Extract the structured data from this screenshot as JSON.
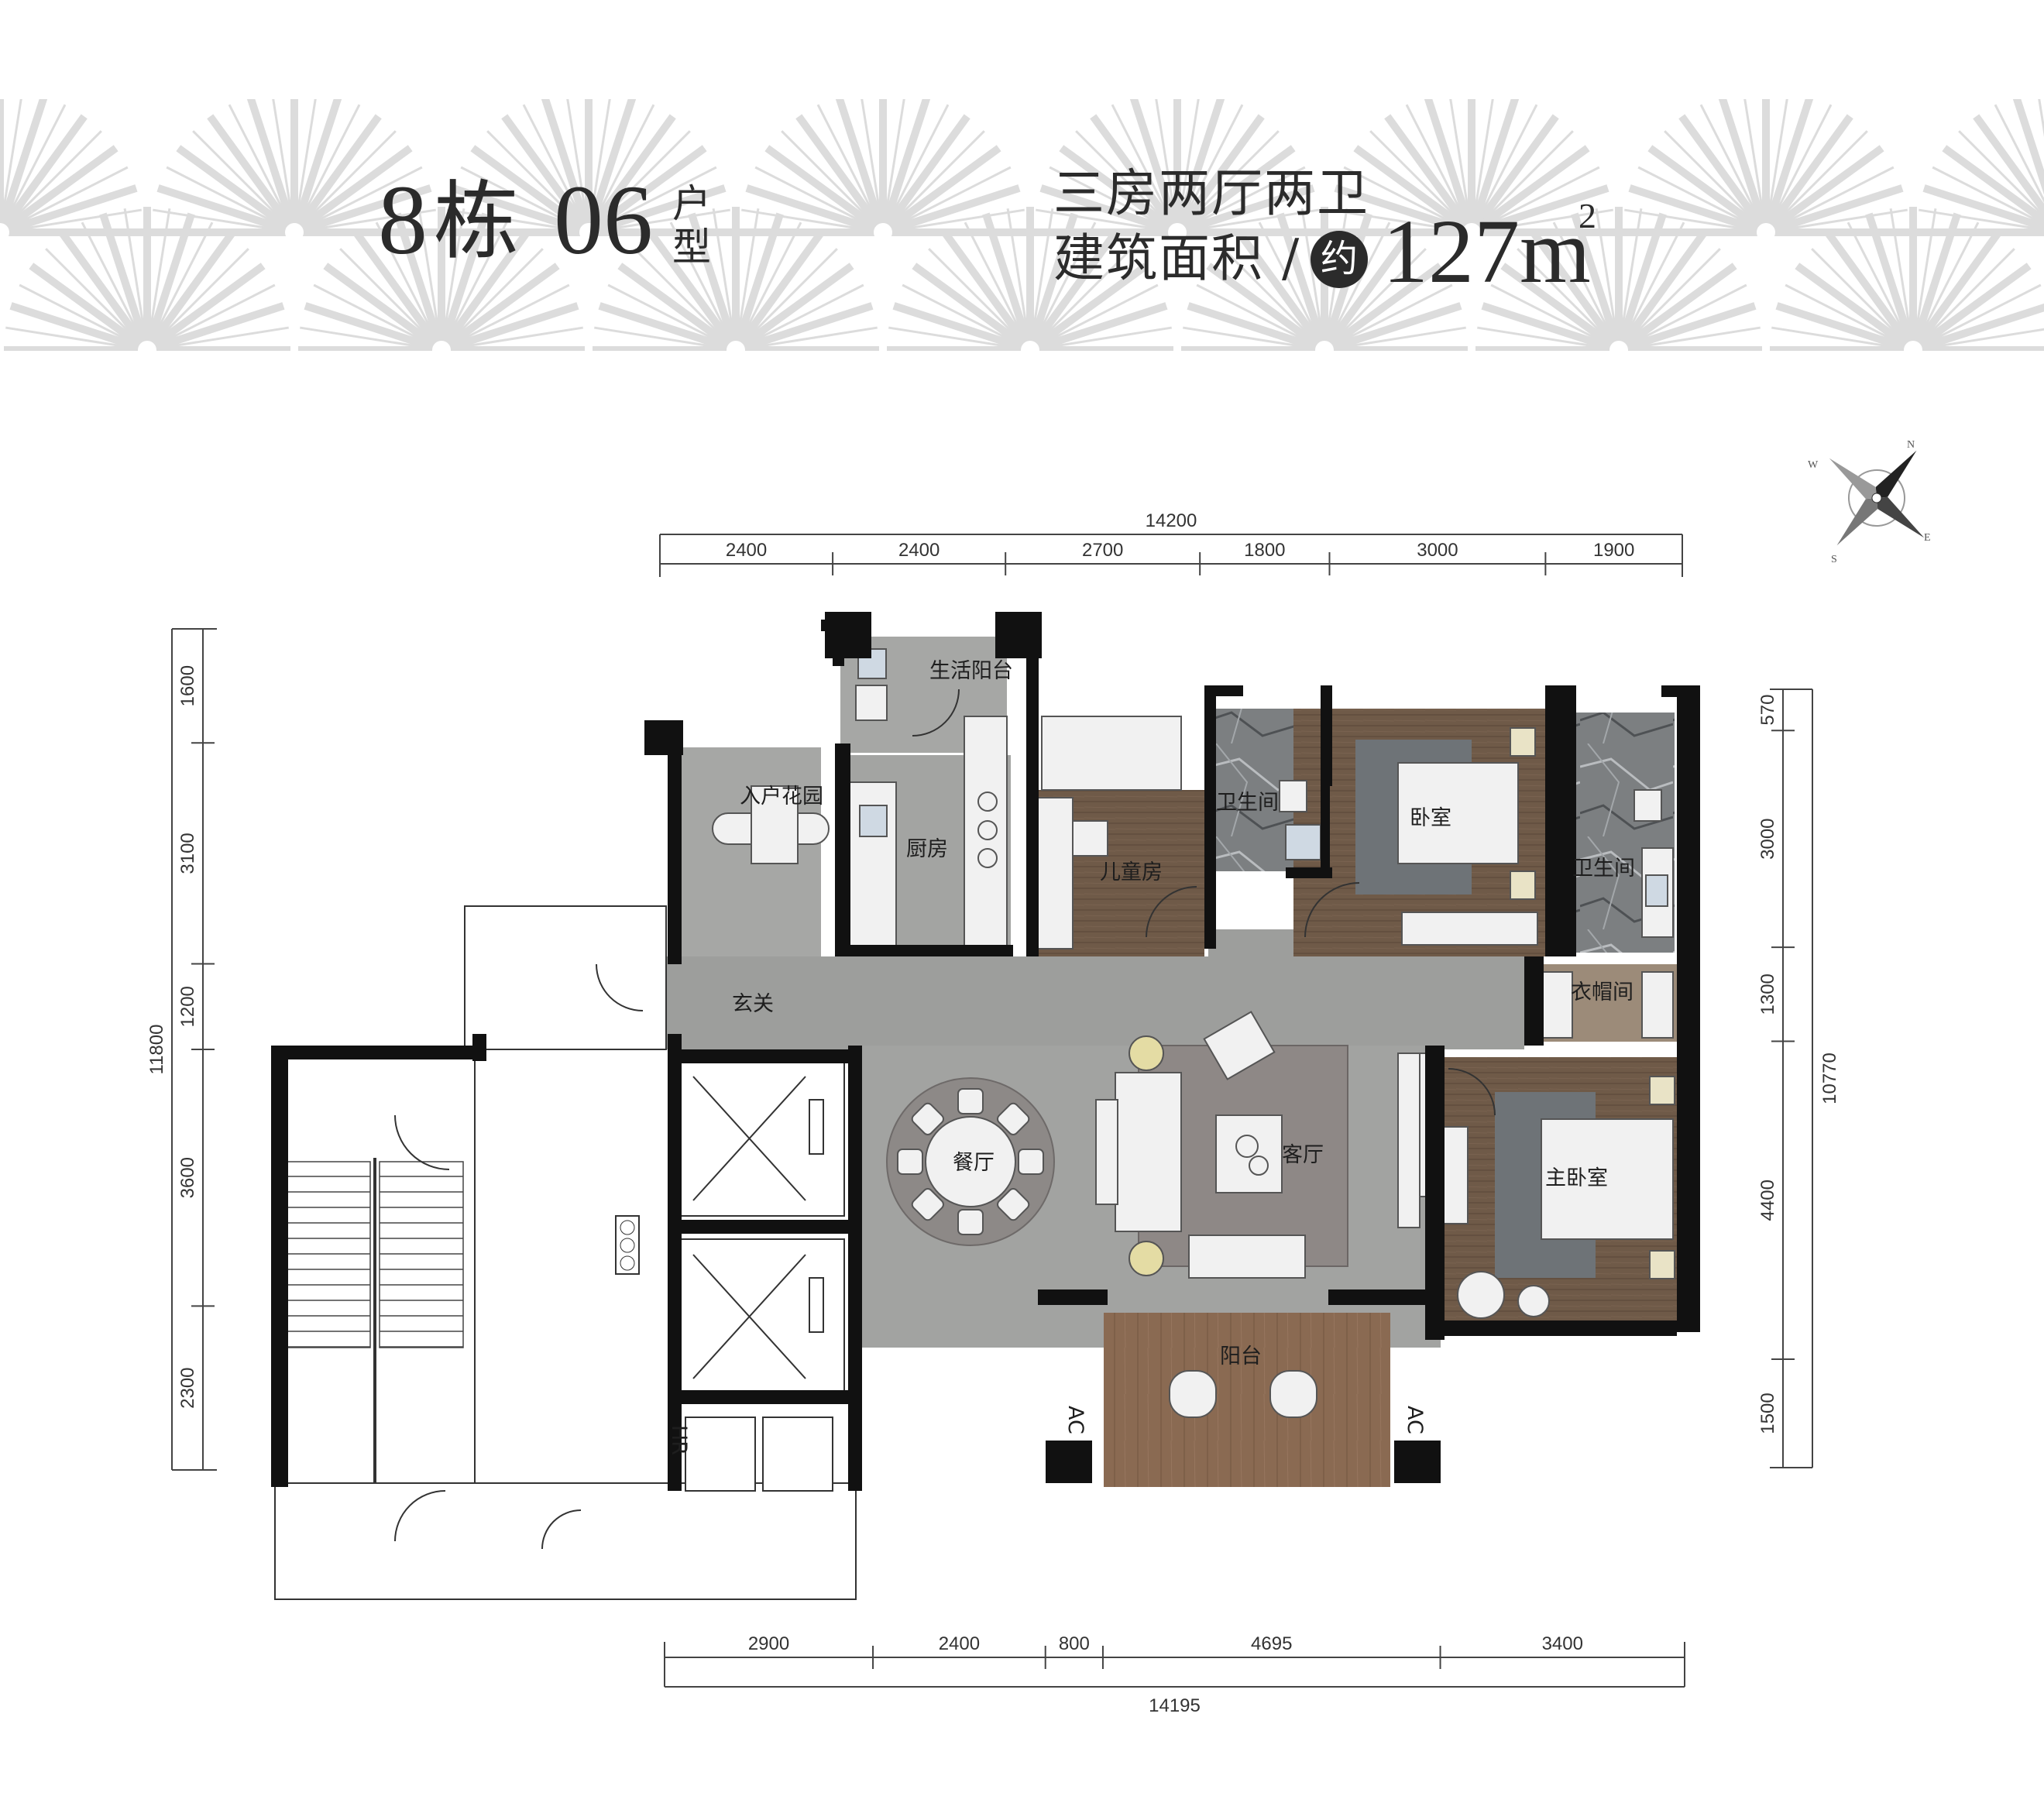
{
  "header": {
    "building": "8",
    "building_suffix": "栋",
    "unit_no": "06",
    "unit_label_top": "户",
    "unit_label_bottom": "型",
    "layout_type": "三房两厅两卫",
    "area_label": "建筑面积 /",
    "approx_badge": "约",
    "area_value": "127m",
    "area_sup": "2"
  },
  "compass": {
    "n": "N",
    "e": "E",
    "s": "S",
    "w": "W"
  },
  "dimensions": {
    "top_total": "14200",
    "top_segments": [
      "2400",
      "2400",
      "2700",
      "1800",
      "3000",
      "1900"
    ],
    "bottom_segments": [
      "2900",
      "2400",
      "800",
      "4695",
      "3400"
    ],
    "bottom_total": "14195",
    "left_total": "11800",
    "left_segments": [
      "1600",
      "3100",
      "1200",
      "3600",
      "2300"
    ],
    "right_total": "10770",
    "right_segments": [
      "570",
      "3000",
      "1300",
      "4400",
      "1500"
    ]
  },
  "rooms": {
    "living_balcony": "生活阳台",
    "entrance_garden": "入户花园",
    "kitchen": "厨房",
    "kids_room": "儿童房",
    "bathroom_1": "卫生间",
    "bedroom": "卧室",
    "bathroom_2": "卫生间",
    "foyer": "玄关",
    "cloakroom": "衣帽间",
    "dining": "餐厅",
    "living": "客厅",
    "master_bedroom": "主卧室",
    "balcony": "阳台"
  },
  "labels": {
    "ac_left": "AC",
    "ac_right": "AC",
    "hr": "HR"
  },
  "colors": {
    "wall": "#111111",
    "stone": "#9d9e9c",
    "wood": "#6f5a48",
    "balcony_wood": "#8a6a52",
    "banner_fan": "#dcdcdc"
  }
}
